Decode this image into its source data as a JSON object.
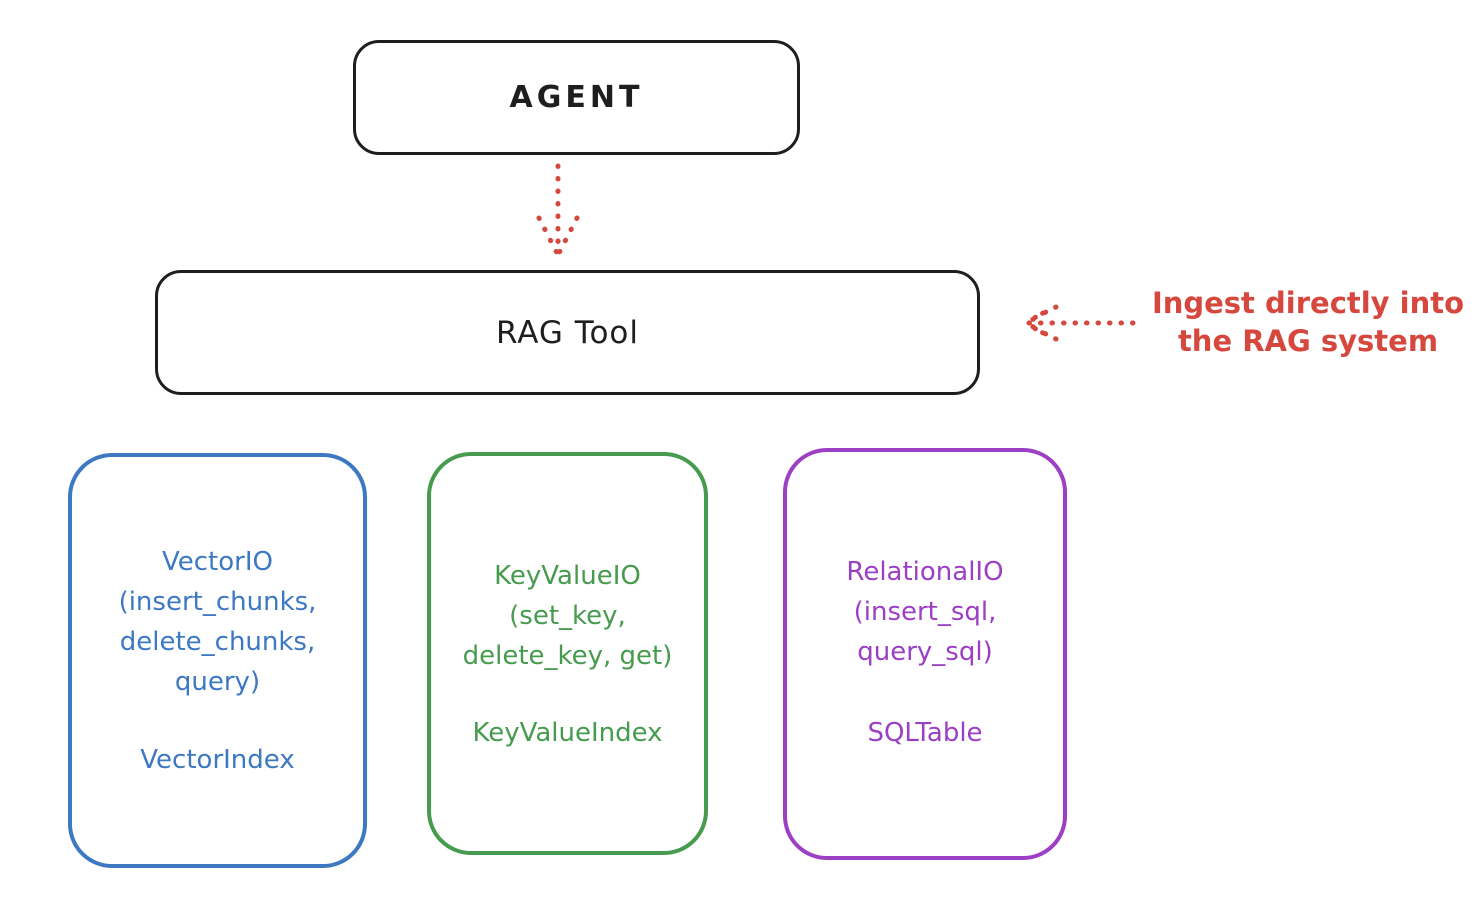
{
  "agent": {
    "label": "AGENT"
  },
  "rag_tool": {
    "label": "RAG Tool"
  },
  "annotation": {
    "line1": "Ingest directly into",
    "line2": "the RAG system"
  },
  "backends": [
    {
      "name": "vector-io",
      "lines": [
        "VectorIO",
        "(insert_chunks,",
        "delete_chunks,",
        "query)"
      ],
      "index_label": "VectorIndex",
      "color": "#3d78c2"
    },
    {
      "name": "keyvalue-io",
      "lines": [
        "KeyValueIO",
        "(set_key,",
        "delete_key, get)"
      ],
      "index_label": "KeyValueIndex",
      "color": "#469b4e"
    },
    {
      "name": "relational-io",
      "lines": [
        "RelationalIO",
        "(insert_sql,",
        "query_sql)"
      ],
      "index_label": "SQLTable",
      "color": "#9c3fc4"
    }
  ],
  "colors": {
    "ink": "#1e1e1e",
    "accent_red": "#d6473d",
    "blue": "#3d78c2",
    "green": "#469b4e",
    "purple": "#9c3fc4",
    "background": "#ffffff"
  }
}
